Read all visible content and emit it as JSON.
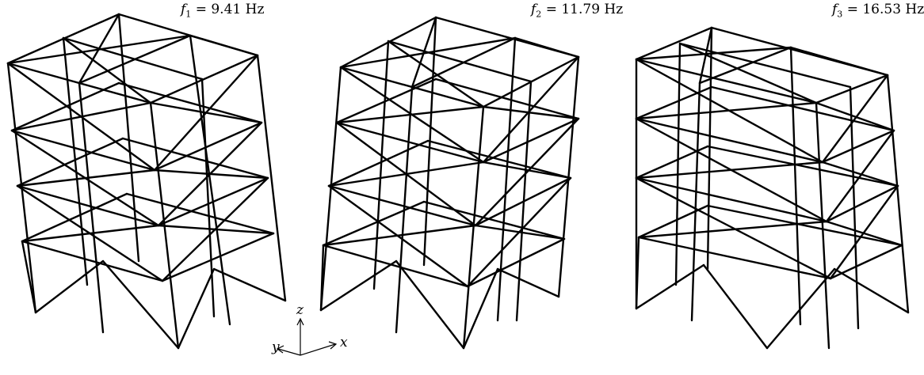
{
  "modes": [
    {
      "symbol": "f",
      "index": "1",
      "equals": " = ",
      "value": "9.41 Hz"
    },
    {
      "symbol": "f",
      "index": "2",
      "equals": " = ",
      "value": "11.79 Hz"
    },
    {
      "symbol": "f",
      "index": "3",
      "equals": " = ",
      "value": "16.53 Hz"
    }
  ],
  "axes": {
    "x": "x",
    "y": "y",
    "z": "z"
  },
  "colors": {
    "line": "#000000",
    "background": "#ffffff"
  }
}
